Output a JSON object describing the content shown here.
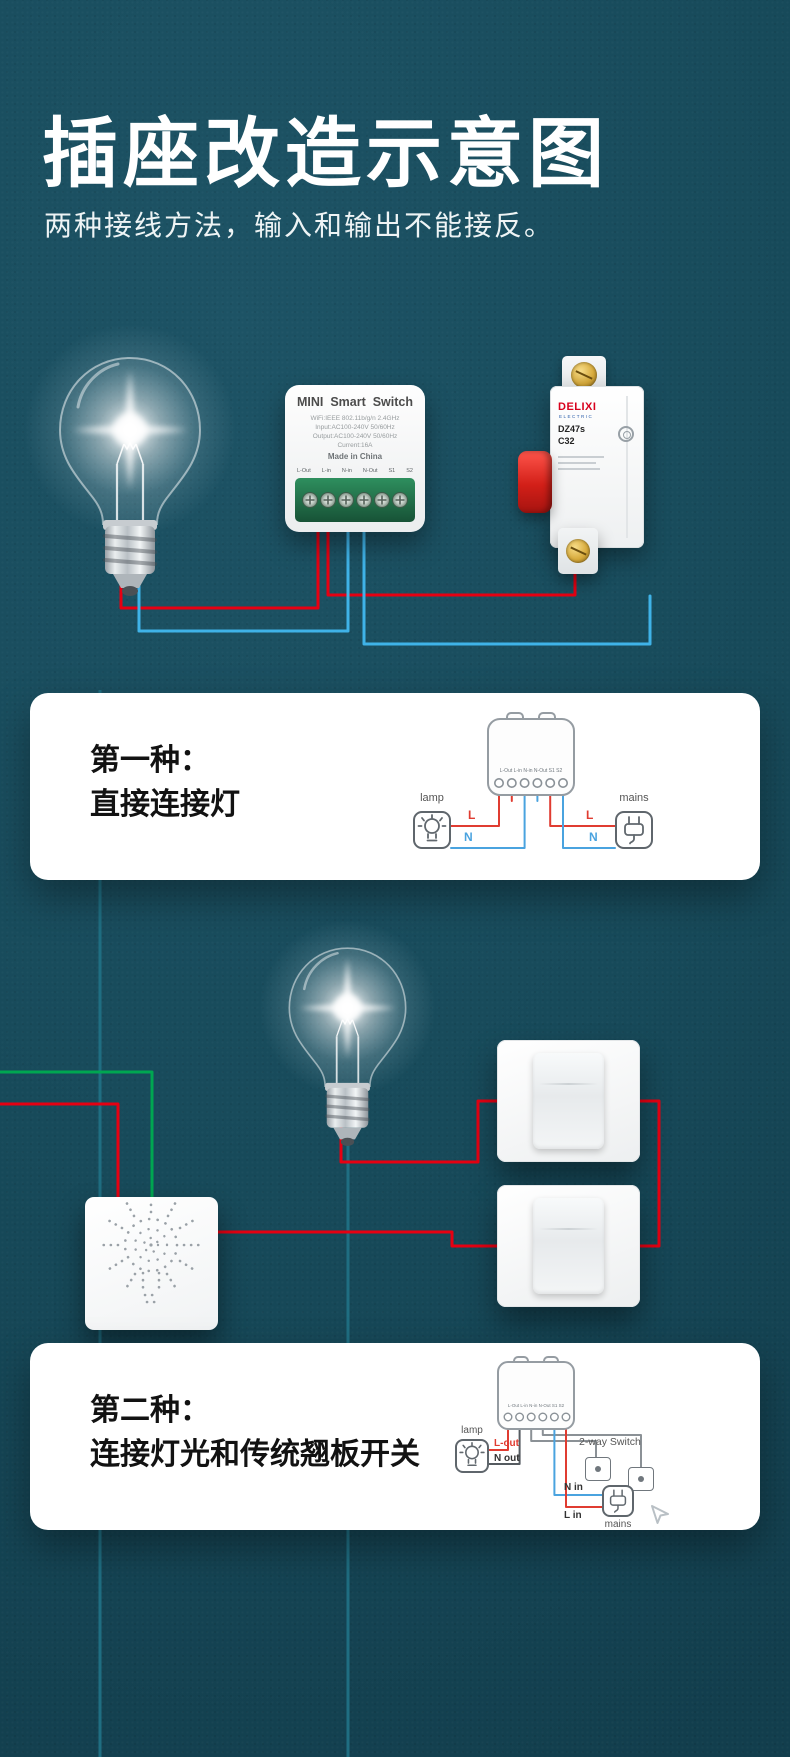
{
  "page": {
    "title": "插座改造示意图",
    "subtitle": "两种接线方法，输入和输出不能接反。"
  },
  "module": {
    "title": "MINI  Smart  Switch",
    "specs": [
      "WiFi:IEEE 802.11b/g/n 2.4GHz",
      "Input:AC100-240V 50/60Hz",
      "Output:AC100-240V 50/60Hz",
      "Current:16A"
    ],
    "made_in": "Made in China",
    "terminals": [
      "L-Out",
      "L-in",
      "N-in",
      "N-Out",
      "S1",
      "S2"
    ],
    "terminals_row": "L-Out L-in N-in N-Out S1 S2"
  },
  "breaker": {
    "brand": "DELIXI",
    "brand_sub": "ELECTRIC",
    "model": "DZ47s",
    "rating": "C32"
  },
  "method1": {
    "heading": "第一种：",
    "subheading": "直接连接灯",
    "lamp_label": "lamp",
    "mains_label": "mains",
    "line_l": "L",
    "line_n": "N"
  },
  "method2": {
    "heading": "第二种：",
    "subheading": "连接灯光和传统翘板开关",
    "lamp_label": "lamp",
    "mains_label": "mains",
    "l_out": "L-out",
    "n_out": "N out",
    "n_in": "N in",
    "l_in": "L in",
    "switch_label": "2-way Switch"
  },
  "colors": {
    "background": "#174a5a",
    "wire_red": "#e60012",
    "wire_blue": "#3fb3e8",
    "wire_green": "#00a651",
    "teal_wire": "#1f6e82",
    "card": "#ffffff"
  }
}
